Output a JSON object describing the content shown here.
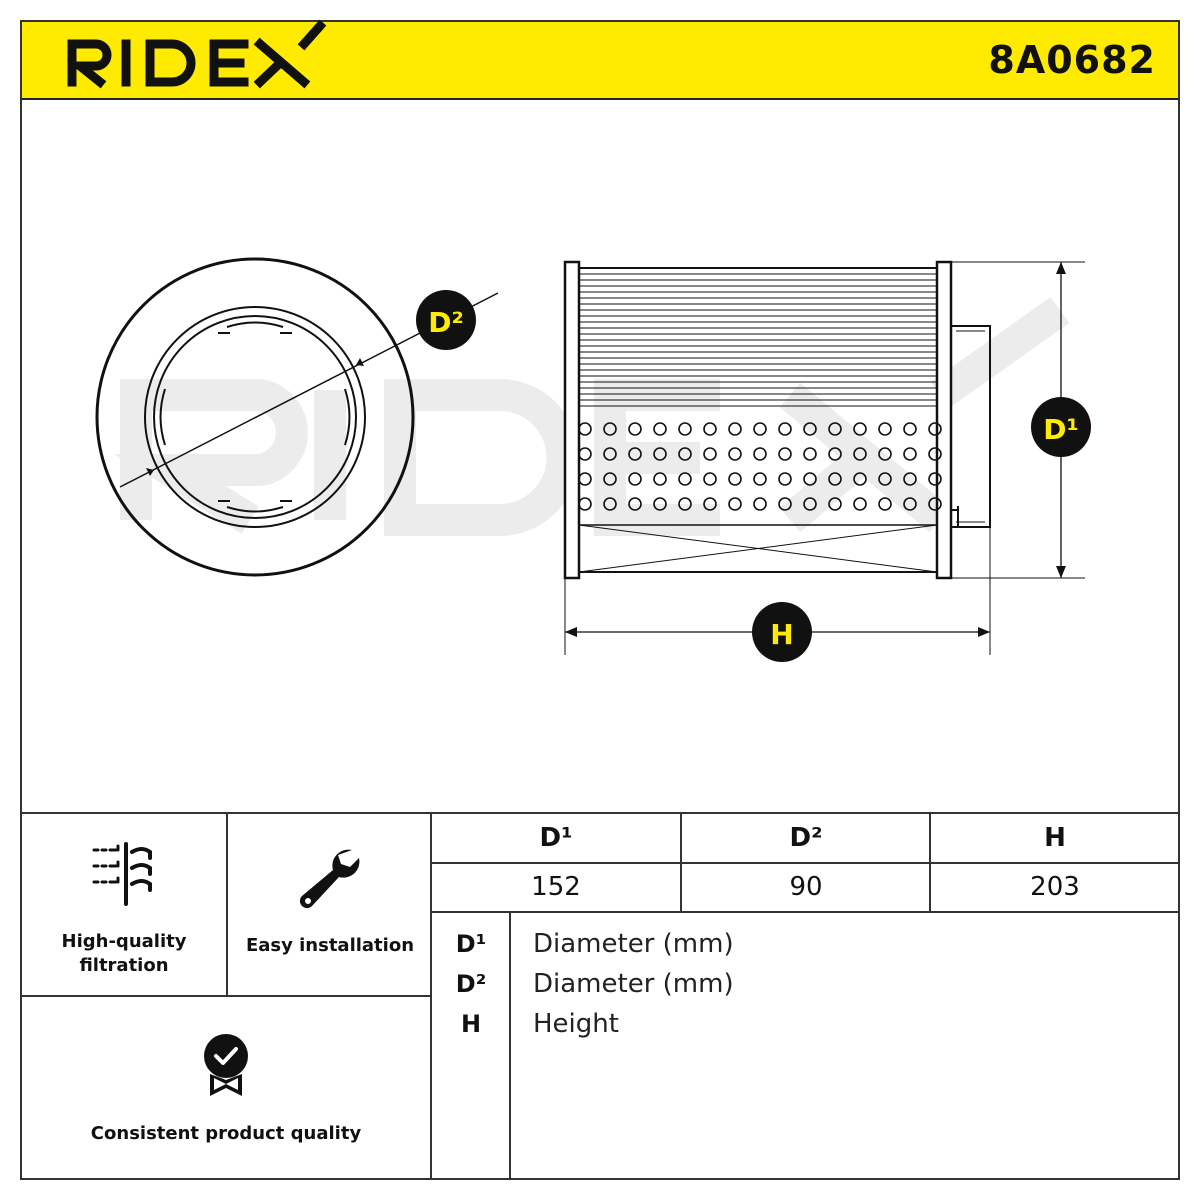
{
  "header": {
    "brand": "RIDEX",
    "part_number": "8A0682",
    "brand_color": "#ffeb00"
  },
  "drawing": {
    "watermark": "RIDEX",
    "labels": {
      "d2": "D²",
      "d1": "D¹",
      "h": "H"
    }
  },
  "features": [
    {
      "icon": "filtration-icon",
      "label_line1": "High-quality",
      "label_line2": "filtration"
    },
    {
      "icon": "wrench-icon",
      "label_line1": "Easy installation"
    },
    {
      "icon": "quality-badge-icon",
      "label_line1": "Consistent product quality"
    }
  ],
  "specs": {
    "headers": [
      "D¹",
      "D²",
      "H"
    ],
    "values": [
      "152",
      "90",
      "203"
    ]
  },
  "legend": [
    {
      "key": "D¹",
      "desc": "Diameter (mm)"
    },
    {
      "key": "D²",
      "desc": "Diameter (mm)"
    },
    {
      "key": "H",
      "desc": "Height"
    }
  ]
}
